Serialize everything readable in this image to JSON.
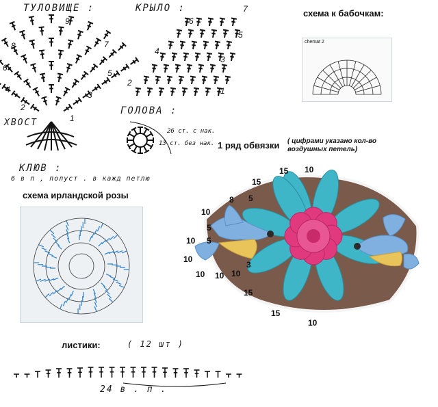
{
  "labels": {
    "body": "ТУЛОВИЩЕ :",
    "wing": "КРЫЛО :",
    "tail": "ХВОСТ",
    "head": "ГОЛОВА :",
    "beak": "КЛЮВ :",
    "beak_note": "6 в п , полуст . в кажд петлю",
    "head_note_1": "26 ст. с нак.",
    "head_note_2": "13 ст. без нак.",
    "butterfly_scheme": "схема к бабочкам:",
    "butterfly_caption": "chemat 2",
    "rose_scheme": "схема ирландской розы",
    "edging_title": "1 ряд обвязки",
    "edging_note": "( цифрами указано кол-во воздушных петель)",
    "leaves_title": "листики:",
    "leaves_count": "( 12 шт )",
    "leaves_chain": "24  в . п ."
  },
  "body_row_numbers": [
    "1",
    "2",
    "3",
    "4",
    "5",
    "6",
    "7",
    "8",
    "9"
  ],
  "wing_row_numbers": [
    "1",
    "2",
    "3",
    "4",
    "5",
    "6",
    "7"
  ],
  "edging_counts": [
    "15",
    "10",
    "15",
    "8",
    "5",
    "10",
    "5",
    "10",
    "5",
    "10",
    "10",
    "10",
    "10",
    "3",
    "15",
    "15",
    "10"
  ],
  "colors": {
    "leaf_blue": "#3fb6c8",
    "rose_pink": "#e0397e",
    "bird_blue": "#7fb0e0",
    "bird_yellow": "#e9c45a",
    "background_fabric": "#7a5a4a",
    "scheme_blue": "#2a7fc9"
  }
}
